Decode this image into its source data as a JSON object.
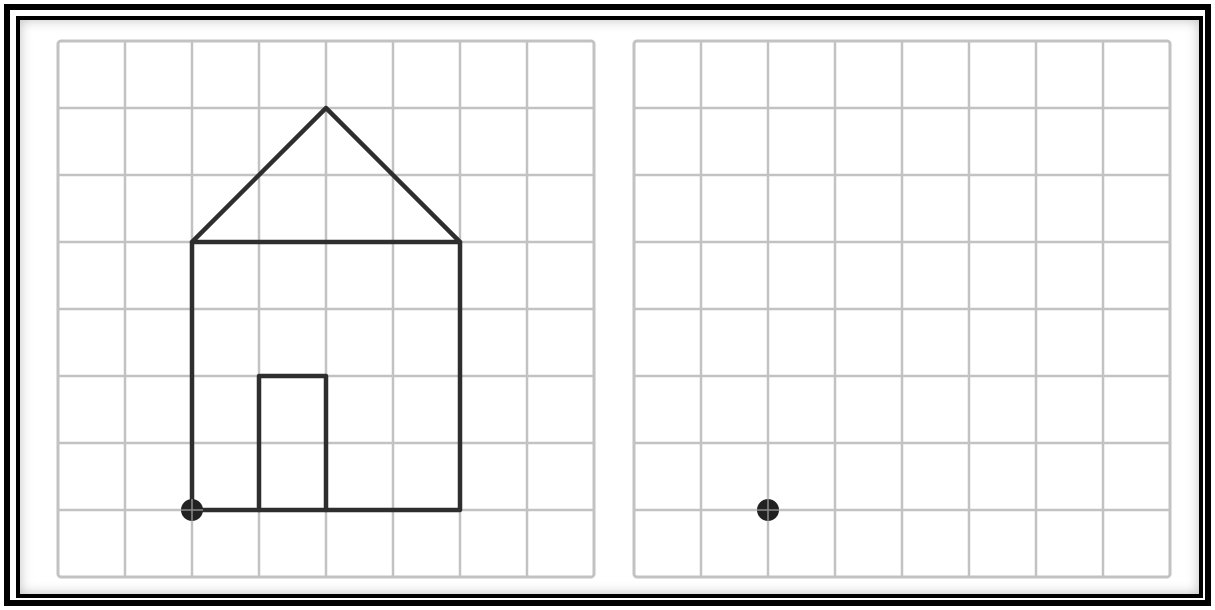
{
  "grid": {
    "columns": 8,
    "rows": 8
  },
  "colors": {
    "frame": "#000000",
    "grid_line": "#c2c2c2",
    "drawing_line": "#2e2e2e",
    "start_point": "#222222"
  },
  "left_panel": {
    "drawing": "house",
    "outline": [
      [
        2,
        1
      ],
      [
        6,
        1
      ],
      [
        6,
        5
      ],
      [
        4,
        7
      ],
      [
        2,
        5
      ],
      [
        2,
        1
      ]
    ],
    "roof_base": [
      [
        2,
        5
      ],
      [
        6,
        5
      ]
    ],
    "door": [
      [
        3,
        1
      ],
      [
        3,
        3
      ],
      [
        4,
        3
      ],
      [
        4,
        1
      ]
    ],
    "start_point": [
      2,
      1
    ]
  },
  "right_panel": {
    "drawing": "empty",
    "start_point": [
      2,
      1
    ]
  }
}
